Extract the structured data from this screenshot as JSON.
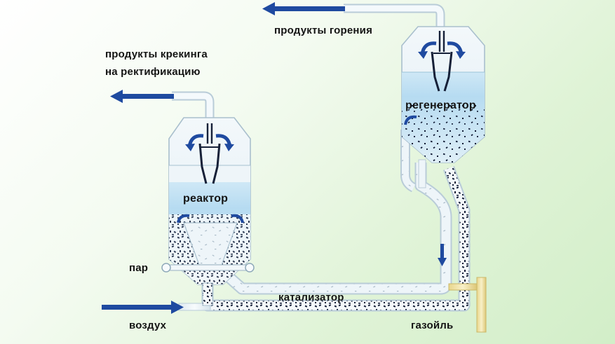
{
  "labels": {
    "combustion_products": "продукты горения",
    "cracking_products_line1": "продукты крекинга",
    "cracking_products_line2": "на ректификацию",
    "regenerator": "регенератор",
    "reactor": "реактор",
    "steam": "пар",
    "catalyst": "катализатор",
    "air": "воздух",
    "gasoil": "газойль"
  },
  "colors": {
    "arrow": "#1f4aa0",
    "pipe_fill": "#eaf3f8",
    "pipe_stroke": "#b9ccd8",
    "liquid": "#bfe0f3",
    "vessel_top": "#eef5fa",
    "catalyst_particles": "#0f1a33",
    "gasoil_pipe": "#efe2a6"
  },
  "icons": {
    "cyclone_swirl": "blue-swirl-arrows",
    "flow_arrow": "blue-arrow"
  }
}
